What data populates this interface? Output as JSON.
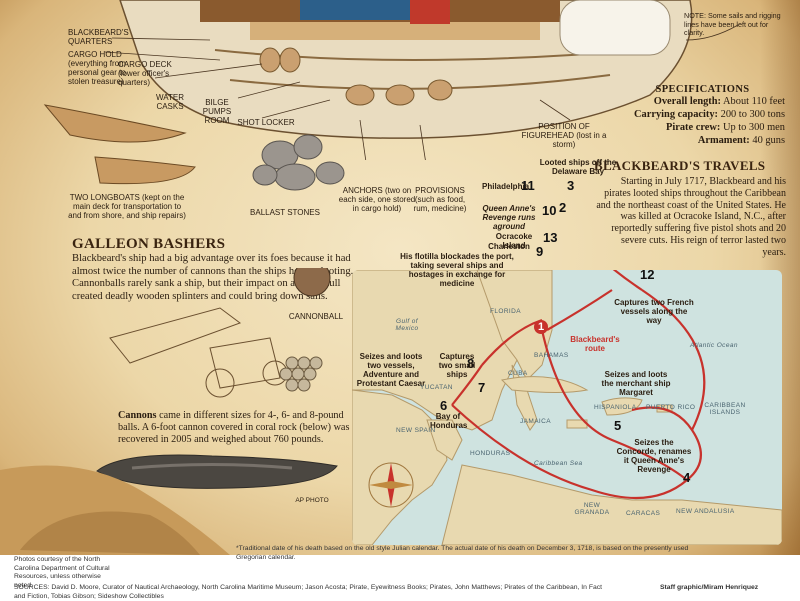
{
  "ship_note": "NOTE: Some sails and rigging lines have been left out for clarity.",
  "ship_labels": {
    "quarters": "BLACKBEARD'S QUARTERS",
    "cargo_hold": "CARGO HOLD (everything from personal gear to stolen treasure)",
    "cargo_deck": "CARGO DECK (lower officer's quarters)",
    "water": "WATER CASKS",
    "bilge": "BILGE PUMPS ROOM",
    "shot": "SHOT LOCKER",
    "figurehead": "POSITION OF FIGUREHEAD (lost in a storm)",
    "anchors": "ANCHORS (two on each side, one stored in cargo hold)",
    "provisions": "PROVISIONS (such as food, rum, medicine)",
    "ballast": "BALLAST STONES",
    "longboats": "TWO LONGBOATS (kept on the main deck for transportation to and from shore, and ship repairs)"
  },
  "specs": {
    "title": "SPECIFICATIONS",
    "rows": [
      {
        "k": "Overall length:",
        "v": "About 110 feet"
      },
      {
        "k": "Carrying capacity:",
        "v": "200 to 300 tons"
      },
      {
        "k": "Pirate crew:",
        "v": "Up to 300 men"
      },
      {
        "k": "Armament:",
        "v": "40 guns"
      }
    ]
  },
  "travels": {
    "title": "BLACKBEARD'S TRAVELS",
    "text": "Starting in July 1717, Blackbeard and his pirates looted ships throughout the Caribbean and the northeast coast of the United States. He was killed at Ocracoke Island, N.C., after reportedly suffering five pistol shots and 20 severe cuts. His reign of terror lasted two years."
  },
  "galleon": {
    "title": "GALLEON BASHERS",
    "text": "Blackbeard's ship had a big advantage over its foes because it had almost twice the number of cannons than the ships he was looting. Cannonballs rarely sank a ship, but their impact on a ship's hull created deadly wooden splinters and could bring down sails.",
    "cannonball": "CANNONBALL",
    "cannons_lead": "Cannons",
    "cannons_text": " came in different sizes for 4-, 6- and 8-pound balls. A 6-foot cannon covered in coral rock (below) was recovered in 2005 and weighed about 760 pounds.",
    "ap": "AP PHOTO"
  },
  "map": {
    "route_label": "Blackbeard's route",
    "places": {
      "philadelphia": "Philadelphia",
      "ocracoke": "Ocracoke Island",
      "charleston": "Charleston",
      "florida": "FLORIDA",
      "bahamas": "BAHAMAS",
      "cuba": "CUBA",
      "yucatan": "YUCATAN",
      "new_spain": "NEW SPAIN",
      "honduras": "HONDURAS",
      "jamaica": "JAMAICA",
      "hispaniola": "HISPANIOLA",
      "puerto_rico": "PUERTO RICO",
      "caribbean_islands": "CARIBBEAN ISLANDS",
      "caribbean_sea": "Caribbean Sea",
      "gulf": "Gulf of Mexico",
      "atlantic": "Atlantic Ocean",
      "new_granada": "NEW GRANADA",
      "caracas": "CARACAS",
      "new_andalusia": "NEW ANDALUSIA",
      "bay_honduras": "Bay of Honduras"
    },
    "events": {
      "delaware": "Looted ships off the Delaware Bay",
      "aground": "Queen Anne's Revenge runs aground",
      "blockade": "His flotilla blockades the port, taking several ships and hostages in exchange for medicine",
      "french": "Captures two French vessels along the way",
      "adventure": "Seizes and loots two vessels, Adventure and Protestant Caesar",
      "small": "Captures two small ships",
      "margaret": "Seizes and loots the merchant ship Margaret",
      "concorde": "Seizes the Concorde, renames it Queen Anne's Revenge"
    },
    "numbers": [
      "1",
      "2",
      "3",
      "4",
      "5",
      "6",
      "7",
      "8",
      "9",
      "10",
      "11",
      "12",
      "13"
    ]
  },
  "footer": {
    "photos": "Photos courtesy of the North Carolina Department of Cultural Resources, unless otherwise noted.",
    "footnote": "*Traditional date of his death based on the old style Julian calendar. The actual date of his death on December 3, 1718, is based on the presently used Gregorian calendar.",
    "sources": "SOURCES: David D. Moore, Curator of Nautical Archaeology, North Carolina Maritime Museum; Jason Acosta; Pirate, Eyewitness Books; Pirates, John Matthews; Pirates of the Caribbean, In Fact and Fiction, Tobias Gibson; Sideshow Collectibles",
    "credit": "Staff graphic/Miram Henriquez"
  }
}
